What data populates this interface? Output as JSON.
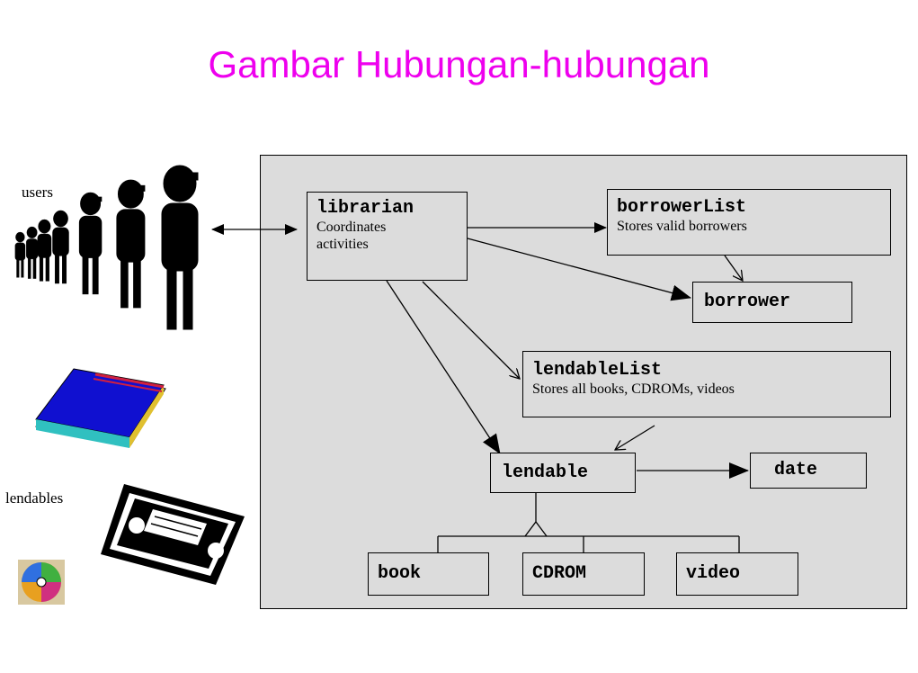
{
  "title": "Gambar Hubungan-hubungan",
  "labels": {
    "users": "users",
    "lendables": "lendables"
  },
  "classes": {
    "librarian": {
      "name": "librarian",
      "desc_line1": "Coordinates",
      "desc_line2": "activities"
    },
    "borrowerList": {
      "name": "borrowerList",
      "desc": "Stores valid borrowers"
    },
    "borrower": {
      "name": "borrower"
    },
    "lendableList": {
      "name": "lendableList",
      "desc": "Stores all books, CDROMs, videos"
    },
    "lendable": {
      "name": "lendable"
    },
    "date": {
      "name": "date"
    },
    "book": {
      "name": "book"
    },
    "cdrom": {
      "name": "CDROM"
    },
    "video": {
      "name": "video"
    }
  },
  "colors": {
    "title": "#ee00ee",
    "panel": "#dcdcdc"
  },
  "icons": [
    "users-people-icon",
    "book-icon",
    "videotape-icon",
    "cdrom-icon"
  ]
}
